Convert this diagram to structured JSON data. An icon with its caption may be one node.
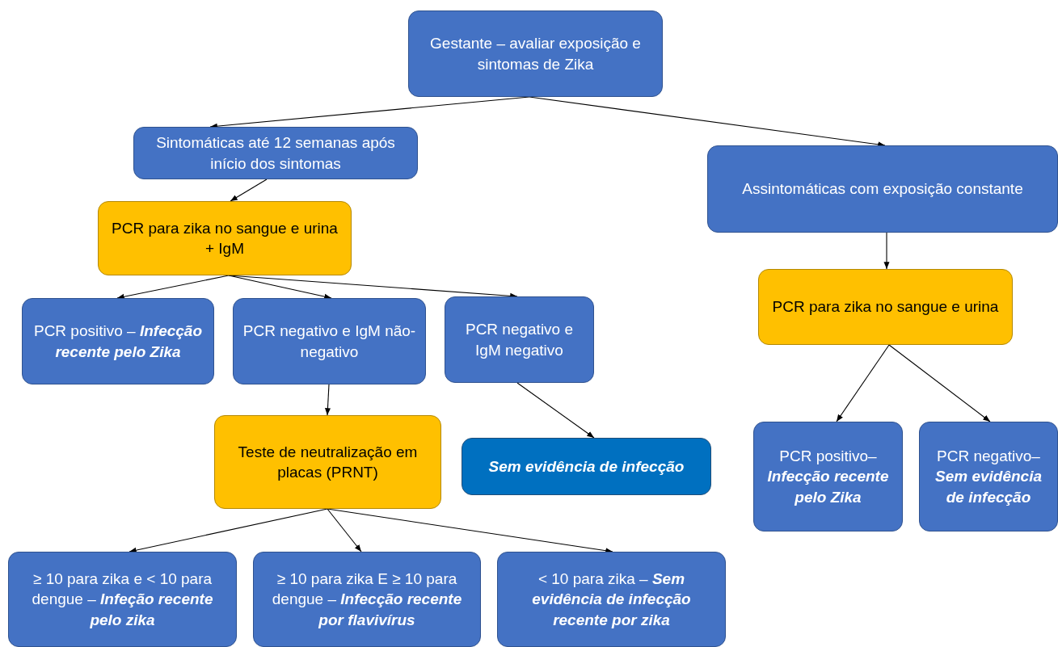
{
  "diagram": {
    "nodes": [
      {
        "text": [
          "Gestante – avaliar exposição e sintomas de Zika"
        ]
      },
      {
        "text": [
          "Sintomáticas até 12 semanas após início dos sintomas"
        ]
      },
      {
        "text": [
          "Assintomáticas com exposição constante"
        ]
      },
      {
        "text": [
          "PCR para zika no sangue e urina + IgM"
        ]
      },
      {
        "text": [
          "PCR positivo – **Infecção recente pelo Zika**"
        ]
      },
      {
        "text": [
          "PCR negativo e IgM não-negativo"
        ]
      },
      {
        "text": [
          "PCR negativo e IgM negativo"
        ]
      },
      {
        "text": [
          "PCR para zika no sangue e urina"
        ]
      },
      {
        "text": [
          "Teste de neutralização em placas (PRNT)"
        ]
      },
      {
        "text": [
          "Sem evidência de infecção"
        ]
      },
      {
        "text": [
          "PCR positivo– **Infecção recente pelo Zika**"
        ]
      },
      {
        "text": [
          "PCR negativo– **Sem evidência de infecção**"
        ]
      },
      {
        "text": [
          "≥ 10 para zika e < 10 para dengue – **Infeção recente pelo zika**"
        ]
      },
      {
        "text": [
          "≥ 10 para zika E ≥ 10 para dengue – **Infecção recente por flavivírus**"
        ]
      },
      {
        "text": [
          "< 10 para zika – **Sem evidência de infecção recente por zika**"
        ]
      }
    ],
    "edges": [
      {
        "from": 0,
        "to": 1,
        "arrow": "to"
      },
      {
        "from": 0,
        "to": 2,
        "arrow": "to"
      },
      {
        "from": 1,
        "to": 3,
        "arrow": "to"
      },
      {
        "from": 3,
        "to": 4,
        "arrow": "to"
      },
      {
        "from": 3,
        "to": 5,
        "arrow": "to"
      },
      {
        "from": 3,
        "to": 6,
        "arrow": "to"
      },
      {
        "from": 5,
        "to": 8,
        "arrow": "to"
      },
      {
        "from": 6,
        "to": 9,
        "arrow": "to"
      },
      {
        "from": 2,
        "to": 7,
        "arrow": "to"
      },
      {
        "from": 7,
        "to": 10,
        "arrow": "to"
      },
      {
        "from": 7,
        "to": 11,
        "arrow": "to"
      },
      {
        "from": 8,
        "to": 12,
        "arrow": "to"
      },
      {
        "from": 8,
        "to": 13,
        "arrow": "to"
      },
      {
        "from": 8,
        "to": 14,
        "arrow": "to"
      }
    ]
  }
}
